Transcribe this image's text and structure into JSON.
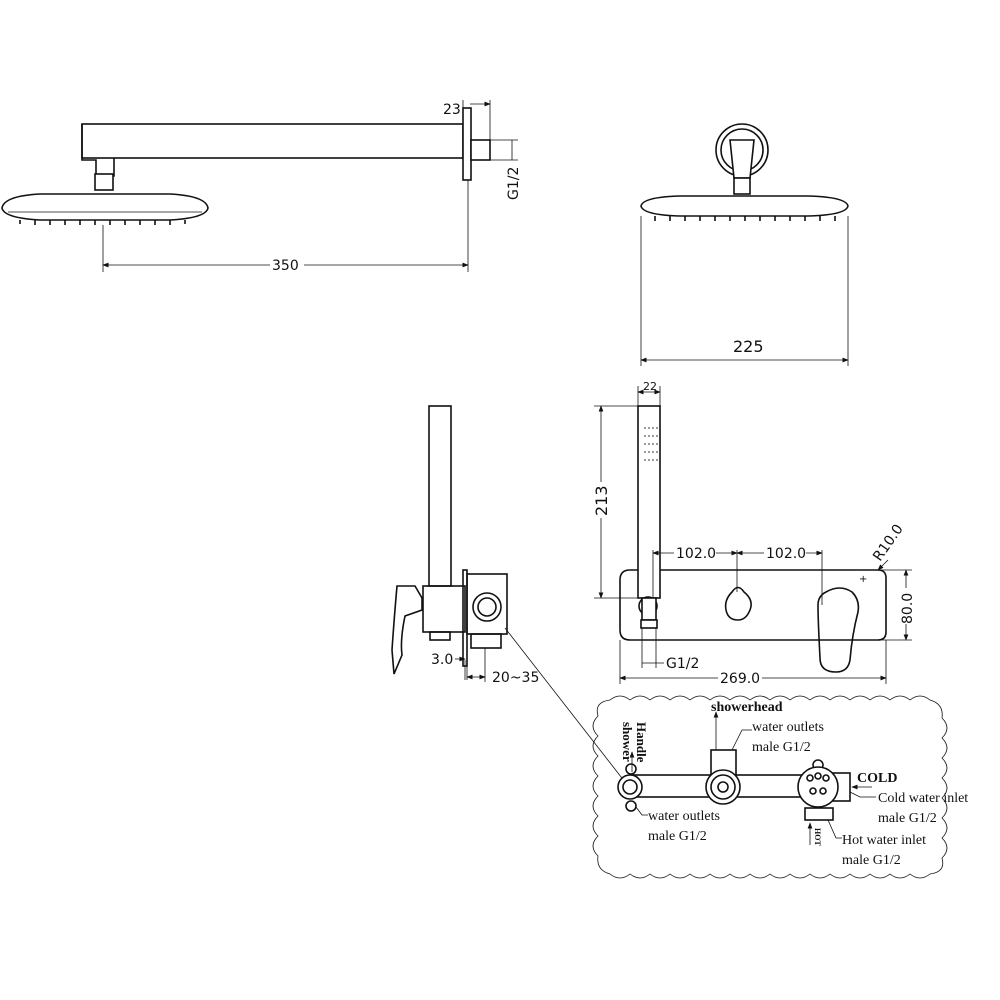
{
  "shower_arm_side_view": {
    "dim_flange_depth": "23",
    "dim_thread": "G1/2",
    "dim_arm_length": "350"
  },
  "shower_head_front_view": {
    "dim_head_diameter": "225"
  },
  "hand_shower_front_view": {
    "dim_handle_width": "22",
    "dim_handle_height": "213",
    "dim_spacing_left": "102.0",
    "dim_spacing_right": "102.0",
    "dim_corner_radius": "R10.0",
    "dim_plate_height": "80.0",
    "dim_outlet_thread": "G1/2",
    "dim_plate_width": "269.0"
  },
  "mixer_side_view": {
    "dim_plate_thickness": "3.0",
    "dim_wall_depth": "20~35"
  },
  "valve_detail": {
    "showerhead_label": "showerhead",
    "handle_shower_label_line1": "Handle",
    "handle_shower_label_line2": "shower",
    "top_outlet_line1": "water outlets",
    "top_outlet_line2": "male G1/2",
    "left_outlet_line1": "water outlets",
    "left_outlet_line2": "male G1/2",
    "cold_label": "COLD",
    "cold_inlet_line1": "Cold water inlet",
    "cold_inlet_line2": "male G1/2",
    "hot_label": "HOT",
    "hot_inlet_line1": "Hot water inlet",
    "hot_inlet_line2": "male G1/2"
  }
}
